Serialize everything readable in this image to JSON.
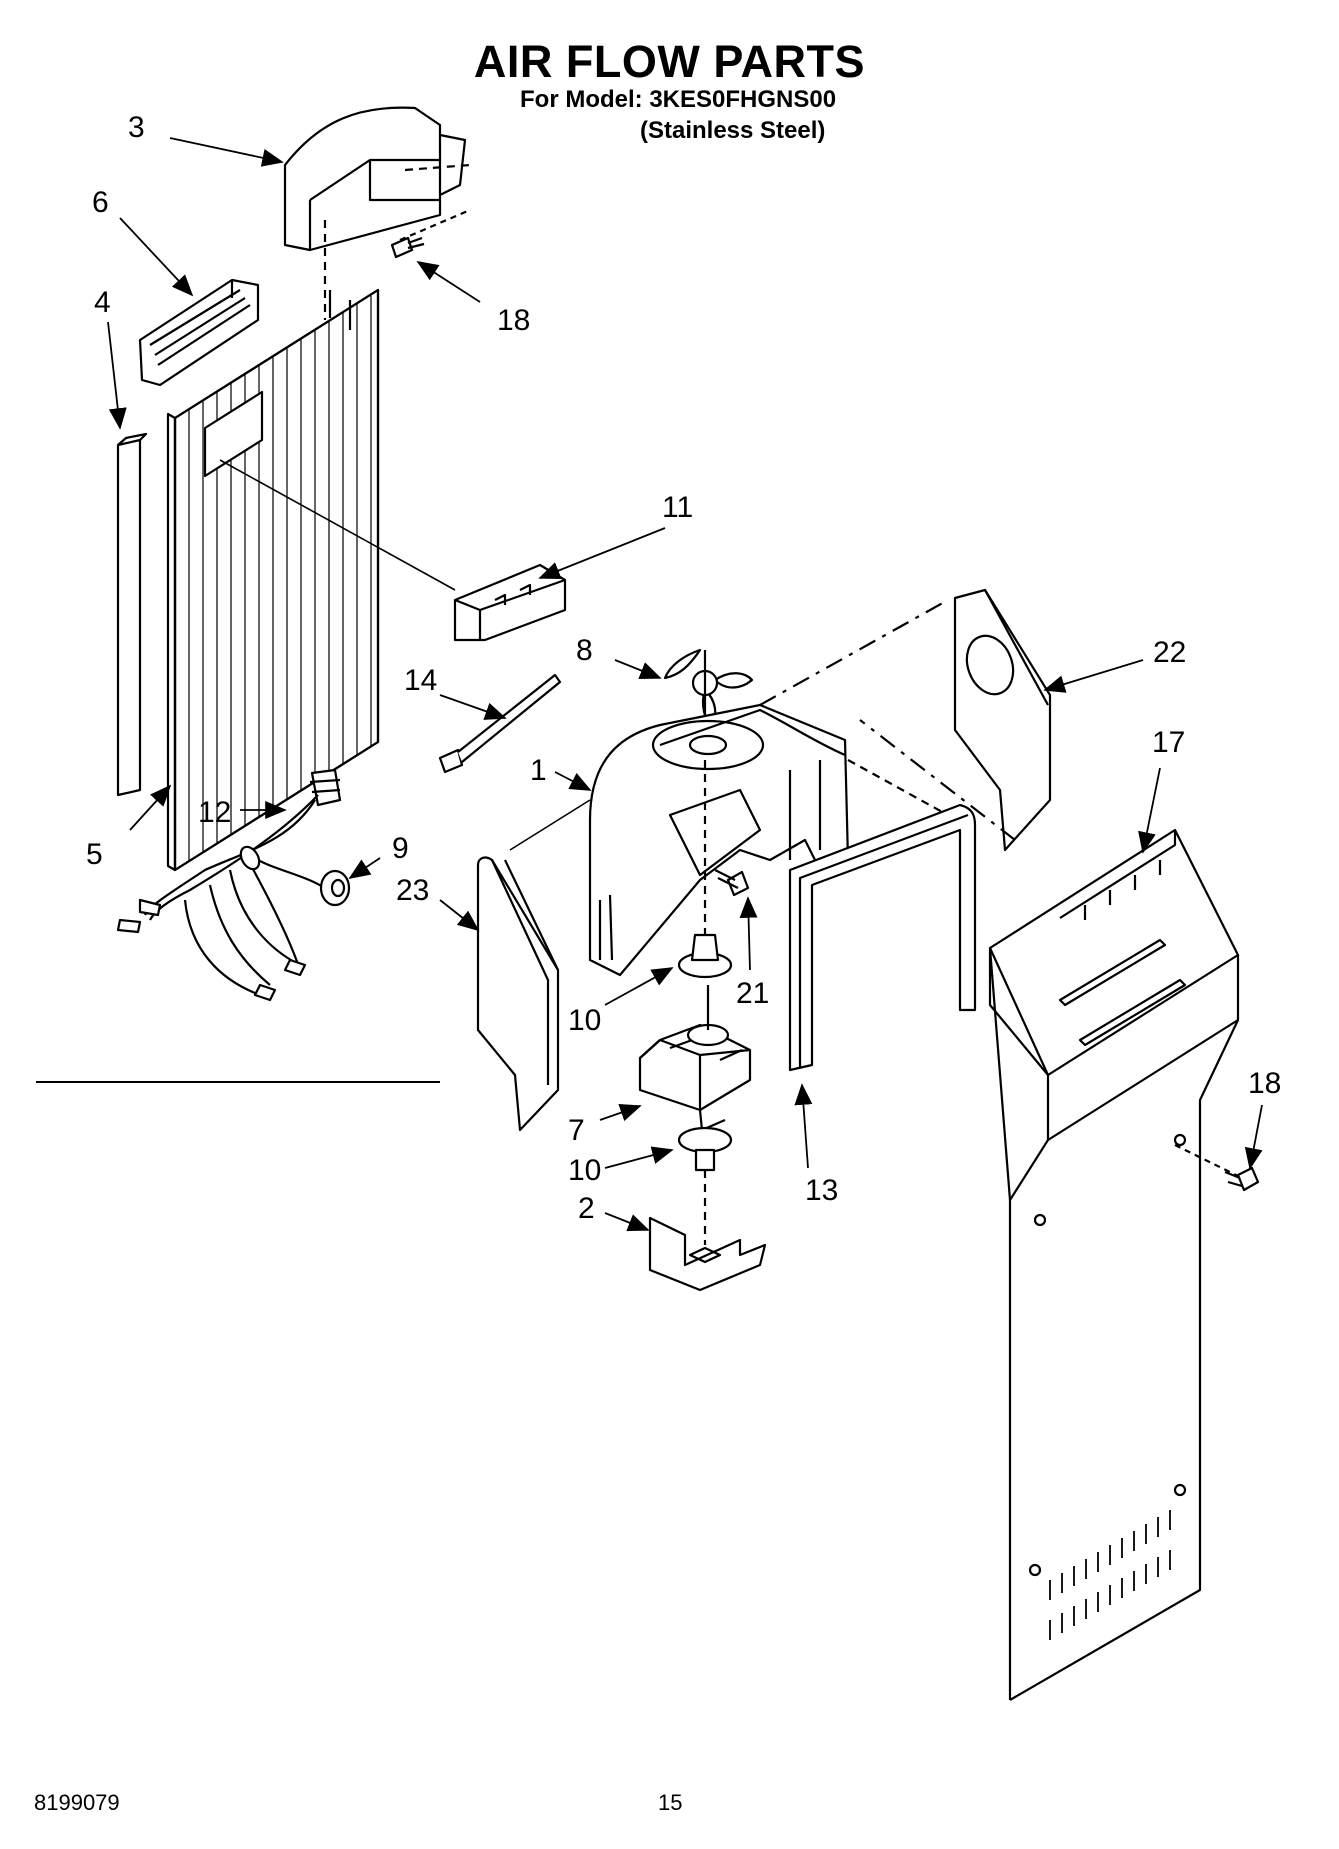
{
  "header": {
    "title": "AIR FLOW PARTS",
    "model_line": "For Model: 3KES0FHGNS00",
    "material_line": "(Stainless Steel)"
  },
  "callouts": [
    {
      "id": "c3",
      "label": "3"
    },
    {
      "id": "c6",
      "label": "6"
    },
    {
      "id": "c4",
      "label": "4"
    },
    {
      "id": "c18a",
      "label": "18"
    },
    {
      "id": "c11",
      "label": "11"
    },
    {
      "id": "c8",
      "label": "8"
    },
    {
      "id": "c14",
      "label": "14"
    },
    {
      "id": "c22",
      "label": "22"
    },
    {
      "id": "c1",
      "label": "1"
    },
    {
      "id": "c17",
      "label": "17"
    },
    {
      "id": "c12",
      "label": "12"
    },
    {
      "id": "c5",
      "label": "5"
    },
    {
      "id": "c9",
      "label": "9"
    },
    {
      "id": "c23",
      "label": "23"
    },
    {
      "id": "c21",
      "label": "21"
    },
    {
      "id": "c10a",
      "label": "10"
    },
    {
      "id": "c18b",
      "label": "18"
    },
    {
      "id": "c7",
      "label": "7"
    },
    {
      "id": "c10b",
      "label": "10"
    },
    {
      "id": "c13",
      "label": "13"
    },
    {
      "id": "c2",
      "label": "2"
    }
  ],
  "footer": {
    "part_number": "8199079",
    "page_number": "15"
  }
}
